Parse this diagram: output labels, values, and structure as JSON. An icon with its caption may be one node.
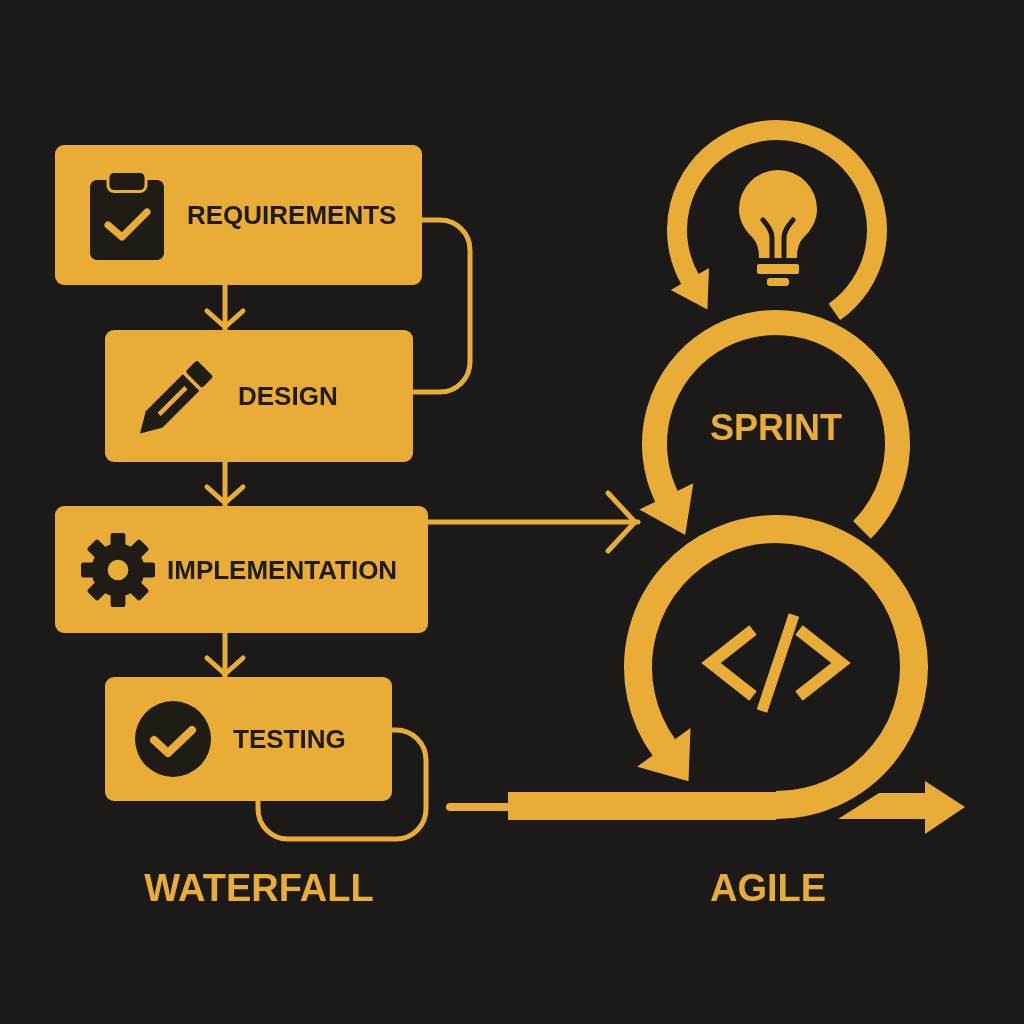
{
  "diagram": {
    "nodes": [
      {
        "text": [
          "REQUIREMENTS"
        ]
      },
      {
        "text": [
          "DESIGN"
        ]
      },
      {
        "text": [
          "IMPLEMENTATION"
        ]
      },
      {
        "text": [
          "TESTING"
        ]
      },
      {
        "text": [],
        "shape": "circle"
      },
      {
        "text": [
          "SPRINT"
        ]
      },
      {
        "text": [],
        "shape": "circle"
      }
    ],
    "edges": [
      {
        "from": 0,
        "to": 1,
        "arrow": "to"
      },
      {
        "from": 0,
        "to": 1,
        "arrow": "none"
      },
      {
        "from": 1,
        "to": 2,
        "arrow": "to"
      },
      {
        "from": 2,
        "to": 3,
        "arrow": "to"
      },
      {
        "from": 2,
        "to": 5,
        "arrow": "to"
      },
      {
        "from": 3,
        "to": 3,
        "arrow": "none"
      }
    ],
    "labels": [
      "WATERFALL",
      "AGILE"
    ]
  }
}
